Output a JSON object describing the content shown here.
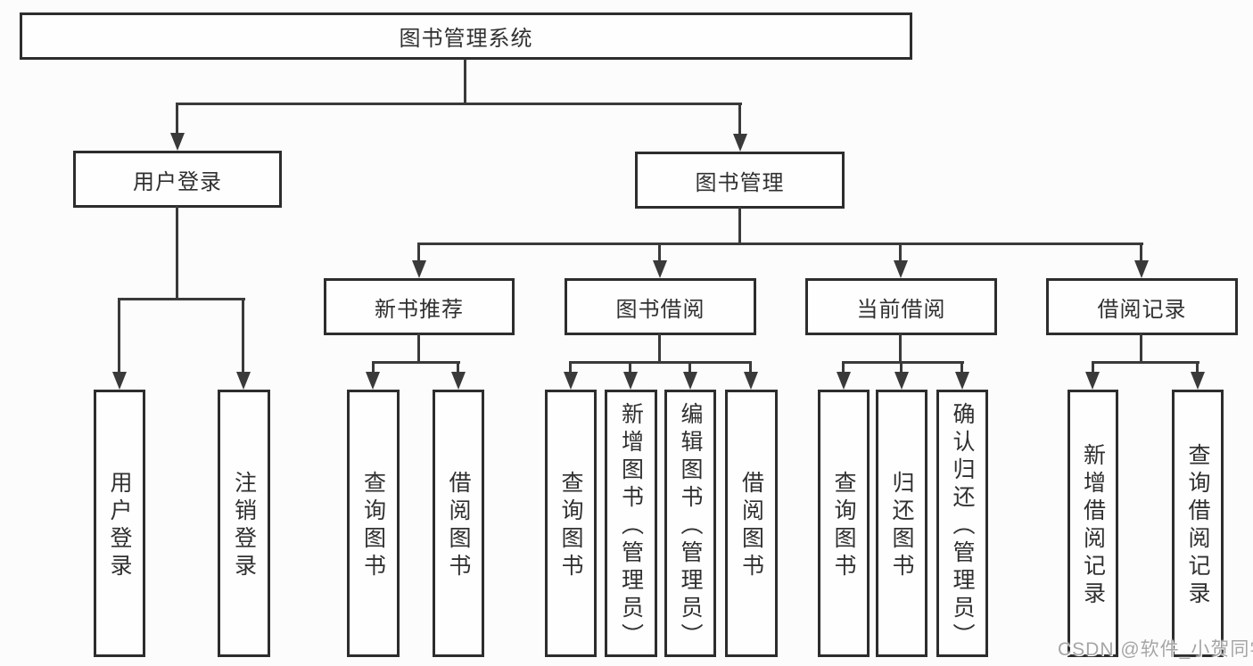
{
  "diagram": {
    "title": "图书管理系统",
    "watermark": "CSDN @软件_小贺同学",
    "colors": {
      "background": "#fcfcfc",
      "box_border": "#2d2d2d",
      "line": "#3a3a3a",
      "text": "#303030",
      "watermark_text": "#a5a5a5"
    },
    "nodes": {
      "root": {
        "label": "图书管理系统"
      },
      "user_login": {
        "label": "用户登录"
      },
      "book_mgmt": {
        "label": "图书管理"
      },
      "new_book_rec": {
        "label": "新书推荐"
      },
      "book_borrow": {
        "label": "图书借阅"
      },
      "current_borrow": {
        "label": "当前借阅"
      },
      "borrow_records": {
        "label": "借阅记录"
      },
      "login_user": {
        "label": "用户登录"
      },
      "logout_user": {
        "label": "注销登录"
      },
      "rec_query_books": {
        "label": "查询图书"
      },
      "rec_borrow_books": {
        "label": "借阅图书"
      },
      "bb_query_books": {
        "label": "查询图书"
      },
      "bb_add_books": {
        "label": "新增图书（管理员）"
      },
      "bb_edit_books": {
        "label": "编辑图书（管理员）"
      },
      "bb_borrow_books": {
        "label": "借阅图书"
      },
      "cb_query_books": {
        "label": "查询图书"
      },
      "cb_return_books": {
        "label": "归还图书"
      },
      "cb_confirm_return": {
        "label": "确认归还（管理员）"
      },
      "br_add_record": {
        "label": "新增借阅记录"
      },
      "br_query_record": {
        "label": "查询借阅记录"
      }
    },
    "edges": [
      {
        "from": "图书管理系统",
        "to": [
          "用户登录",
          "图书管理"
        ]
      },
      {
        "from": "用户登录",
        "to": [
          "用户登录",
          "注销登录"
        ]
      },
      {
        "from": "图书管理",
        "to": [
          "新书推荐",
          "图书借阅",
          "当前借阅",
          "借阅记录"
        ]
      },
      {
        "from": "新书推荐",
        "to": [
          "查询图书",
          "借阅图书"
        ]
      },
      {
        "from": "图书借阅",
        "to": [
          "查询图书",
          "新增图书（管理员）",
          "编辑图书（管理员）",
          "借阅图书"
        ]
      },
      {
        "from": "当前借阅",
        "to": [
          "查询图书",
          "归还图书",
          "确认归还（管理员）"
        ]
      },
      {
        "from": "借阅记录",
        "to": [
          "新增借阅记录",
          "查询借阅记录"
        ]
      }
    ]
  }
}
